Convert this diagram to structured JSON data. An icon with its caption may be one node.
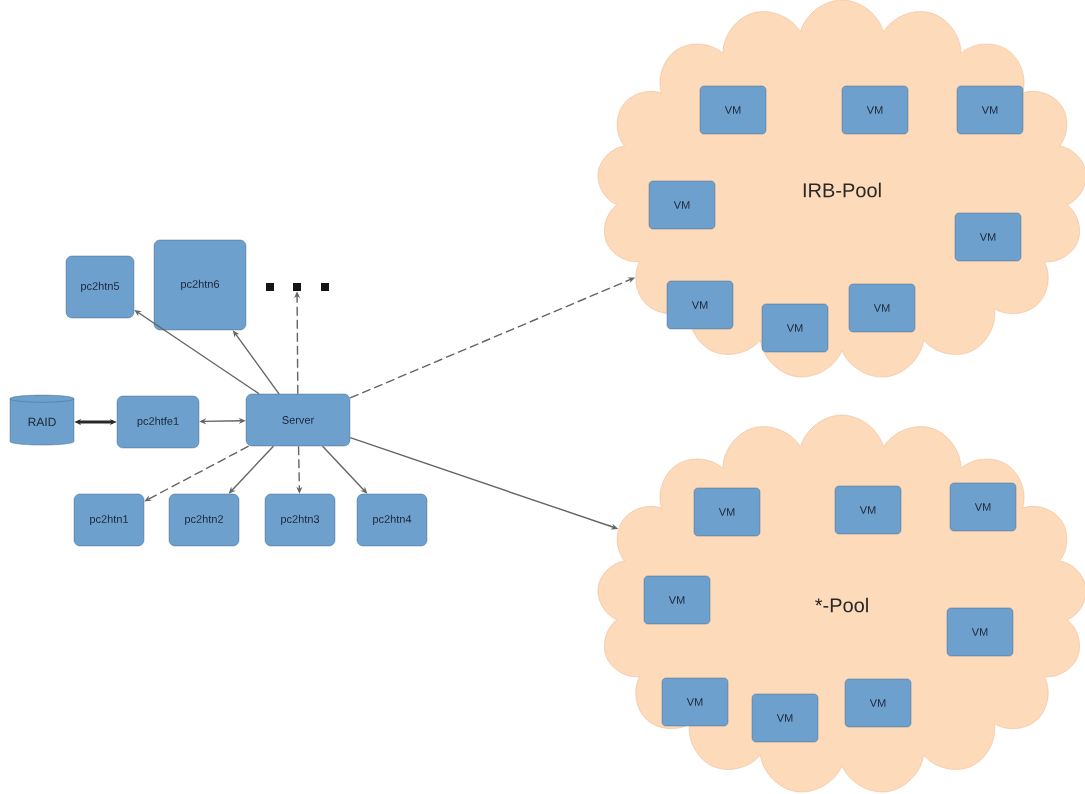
{
  "diagram": {
    "nodes": [
      {
        "text": [
          "IRB-Pool"
        ]
      },
      {
        "text": [
          "VM"
        ],
        "in": 0
      },
      {
        "text": [
          "VM"
        ],
        "in": 0
      },
      {
        "text": [
          "VM"
        ],
        "in": 0
      },
      {
        "text": [
          "VM"
        ],
        "in": 0
      },
      {
        "text": [
          "VM"
        ],
        "in": 0
      },
      {
        "text": [
          "VM"
        ],
        "in": 0
      },
      {
        "text": [
          "VM"
        ],
        "in": 0
      },
      {
        "text": [
          "VM"
        ],
        "in": 0
      },
      {
        "text": [
          "pc2htn5"
        ]
      },
      {
        "text": [
          "pc2htn6"
        ]
      },
      {
        "text": [],
        "shape": "box"
      },
      {
        "text": [],
        "shape": "box"
      },
      {
        "text": [],
        "shape": "box"
      },
      {
        "text": [
          "RAID"
        ]
      },
      {
        "text": [
          "pc2htfe1"
        ]
      },
      {
        "text": [
          "Server"
        ]
      },
      {
        "text": [
          "pc2htn1"
        ]
      },
      {
        "text": [
          "pc2htn2"
        ]
      },
      {
        "text": [
          "pc2htn3"
        ]
      },
      {
        "text": [
          "pc2htn4"
        ]
      },
      {
        "text": [
          "*-Pool"
        ]
      },
      {
        "text": [
          "VM"
        ],
        "in": 21
      },
      {
        "text": [
          "VM"
        ],
        "in": 21
      },
      {
        "text": [
          "VM"
        ],
        "in": 21
      },
      {
        "text": [
          "VM"
        ],
        "in": 21
      },
      {
        "text": [
          "VM"
        ],
        "in": 21
      },
      {
        "text": [
          "VM"
        ],
        "in": 21
      },
      {
        "text": [
          "VM"
        ],
        "in": 21
      },
      {
        "text": [
          "VM"
        ],
        "in": 21
      }
    ],
    "edges": [
      {
        "from": 16,
        "to": 9,
        "arrow": "to"
      },
      {
        "from": 16,
        "to": 10,
        "arrow": "to"
      },
      {
        "from": 16,
        "to": 12,
        "arrow": "to",
        "style": "dashed"
      },
      {
        "from": 14,
        "to": 15,
        "arrow": "both",
        "style": "thick"
      },
      {
        "from": 15,
        "to": 16,
        "arrow": "both"
      },
      {
        "from": 16,
        "to": 17,
        "arrow": "to",
        "style": "dashed"
      },
      {
        "from": 16,
        "to": 18,
        "arrow": "to"
      },
      {
        "from": 16,
        "to": 19,
        "arrow": "to",
        "style": "dashed"
      },
      {
        "from": 16,
        "to": 20,
        "arrow": "to"
      },
      {
        "from": 16,
        "to": 0,
        "arrow": "to",
        "style": "dashed"
      },
      {
        "from": 16,
        "to": 21,
        "arrow": "to"
      }
    ]
  }
}
